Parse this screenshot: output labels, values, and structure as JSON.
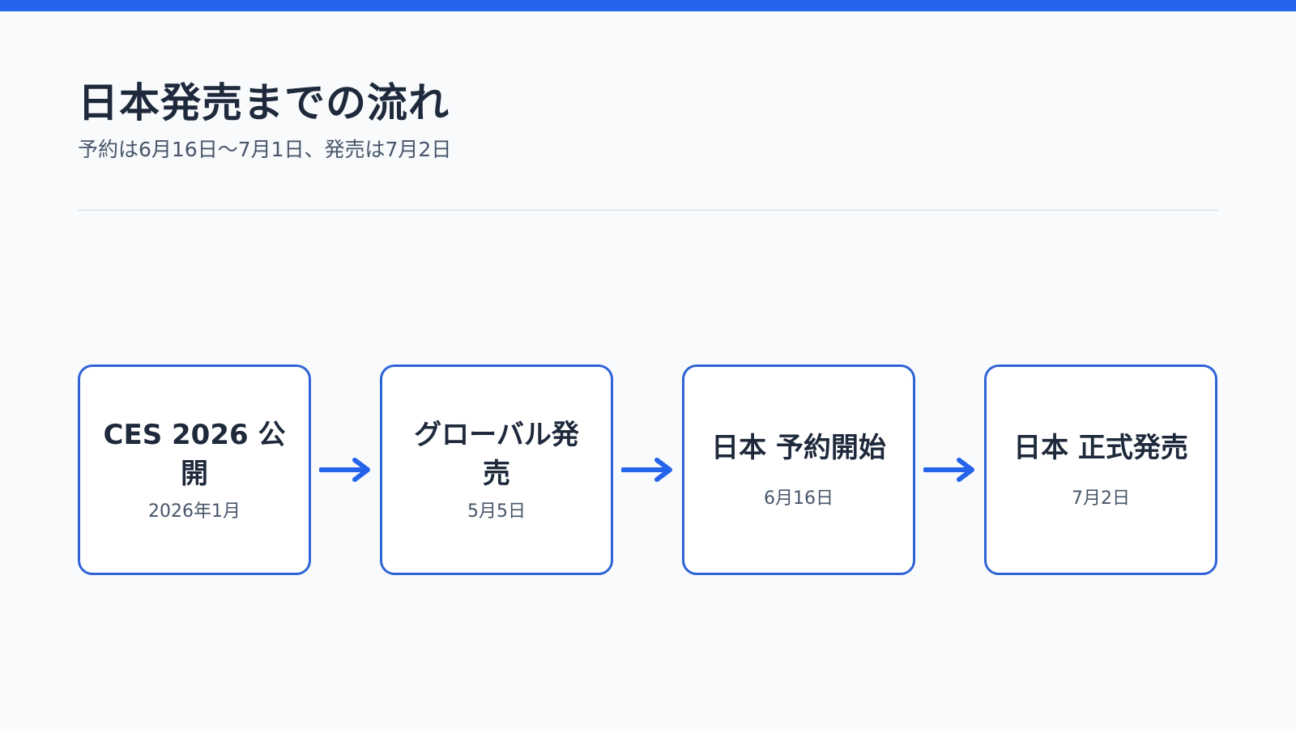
{
  "header": {
    "title": "日本発売までの流れ",
    "subtitle": "予約は6月16日〜7月1日、発売は7月2日"
  },
  "flow": {
    "steps": [
      {
        "label": "CES 2026 公開",
        "date": "2026年1月"
      },
      {
        "label": "グローバル発売",
        "date": "5月5日"
      },
      {
        "label": "日本 予約開始",
        "date": "6月16日"
      },
      {
        "label": "日本 正式発売",
        "date": "7月2日"
      }
    ]
  },
  "colors": {
    "accent": "#2563eb",
    "step_border": "#2f64d6",
    "background": "#f8fafc",
    "title": "#1e293b",
    "subtitle": "#475569"
  },
  "icons": {
    "connector": "arrow-right-icon"
  }
}
